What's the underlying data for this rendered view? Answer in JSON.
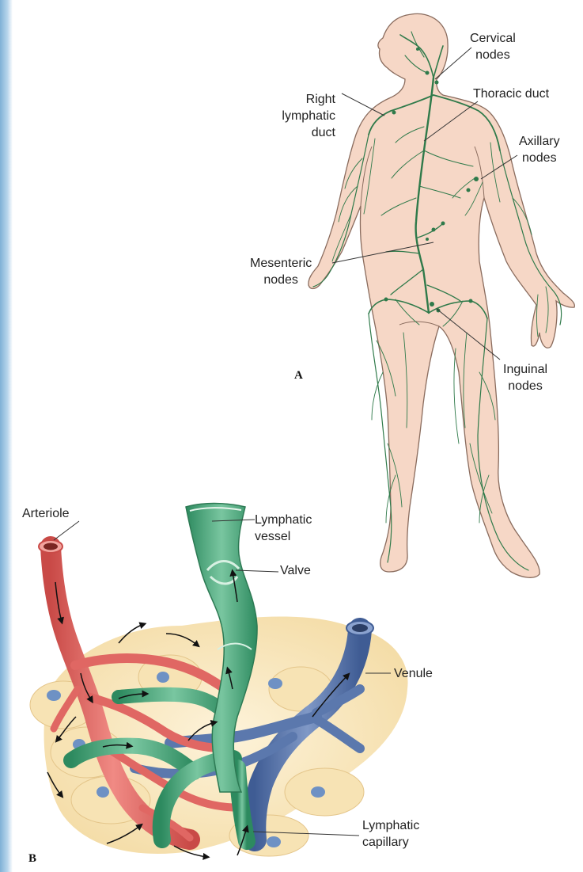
{
  "panels": {
    "a": "A",
    "b": "B"
  },
  "labels": {
    "cervical_nodes": "Cervical\nnodes",
    "right_lymphatic_duct": "Right\nlymphatic\nduct",
    "thoracic_duct": "Thoracic duct",
    "axillary_nodes": "Axillary\nnodes",
    "mesenteric_nodes": "Mesenteric\nnodes",
    "inguinal_nodes": "Inguinal\nnodes",
    "arteriole": "Arteriole",
    "lymphatic_vessel": "Lymphatic\nvessel",
    "valve": "Valve",
    "venule": "Venule",
    "lymphatic_capillary": "Lymphatic\ncapillary"
  },
  "colors": {
    "skin": "#f6d7c6",
    "skin_outline": "#8a6c5e",
    "lymph_green": "#2f7a4a",
    "arteriole_red": "#e06763",
    "venule_blue": "#5b78ad",
    "lymph_vessel_green": "#49a77e",
    "tissue": "#fbecc8"
  }
}
